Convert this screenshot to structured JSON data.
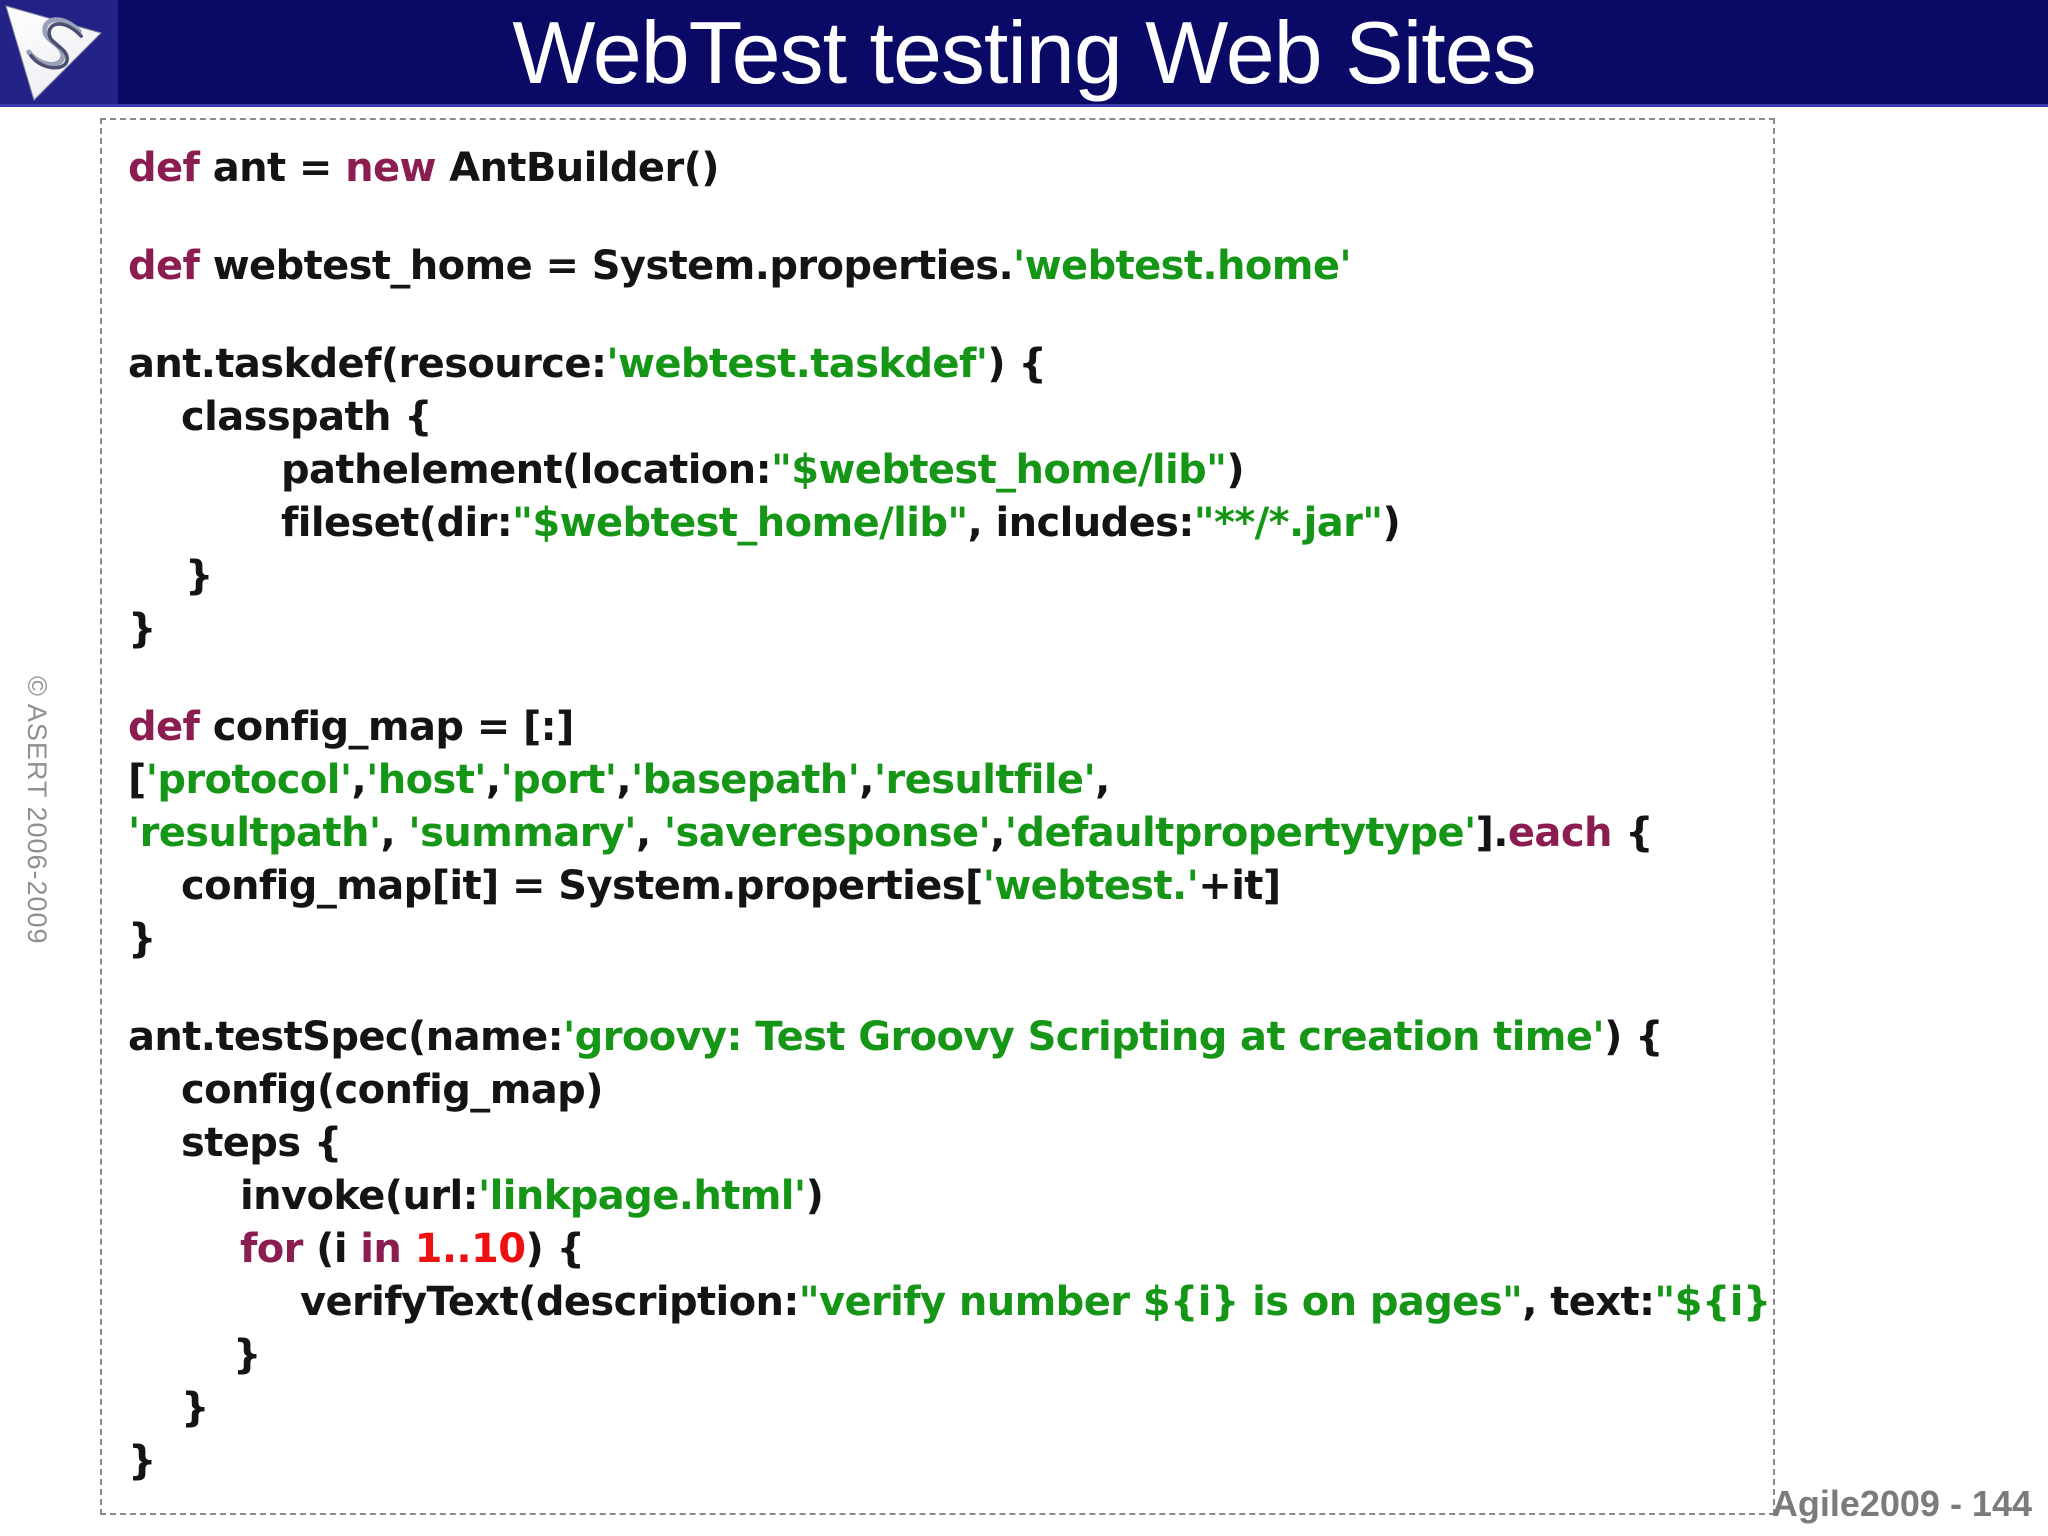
{
  "header": {
    "title": "WebTest testing Web Sites",
    "logo_name": "asert-triangle-logo"
  },
  "sidebar": {
    "copyright": "© ASERT 2006-2009"
  },
  "footer": {
    "page_label": "Agile2009 - 144"
  },
  "colors": {
    "bar": "#0a0a66",
    "keyword": "#8b1d51",
    "string": "#169616",
    "number": "#ee1111",
    "plain": "#141414"
  },
  "code": {
    "lines": [
      {
        "indent": 0,
        "segments": [
          {
            "t": "def",
            "c": "keyword"
          },
          {
            "t": " ant = ",
            "c": "plain"
          },
          {
            "t": "new",
            "c": "keyword"
          },
          {
            "t": " AntBuilder()",
            "c": "plain"
          }
        ]
      },
      {
        "blank": true
      },
      {
        "indent": 0,
        "segments": [
          {
            "t": "def",
            "c": "keyword"
          },
          {
            "t": " webtest_home = System.properties.",
            "c": "plain"
          },
          {
            "t": "'webtest.home'",
            "c": "string"
          }
        ]
      },
      {
        "blank": true
      },
      {
        "indent": 0,
        "segments": [
          {
            "t": "ant.taskdef(resource:",
            "c": "plain"
          },
          {
            "t": "'webtest.taskdef'",
            "c": "string"
          },
          {
            "t": ") {",
            "c": "plain"
          }
        ]
      },
      {
        "indent": 53,
        "segments": [
          {
            "t": "classpath {",
            "c": "plain"
          }
        ]
      },
      {
        "indent": 153,
        "segments": [
          {
            "t": "pathelement(location:",
            "c": "plain"
          },
          {
            "t": "\"$webtest_home/lib\"",
            "c": "string"
          },
          {
            "t": ")",
            "c": "plain"
          }
        ]
      },
      {
        "indent": 153,
        "segments": [
          {
            "t": "fileset(dir:",
            "c": "plain"
          },
          {
            "t": "\"$webtest_home/lib\"",
            "c": "string"
          },
          {
            "t": ", includes:",
            "c": "plain"
          },
          {
            "t": "\"**/*.jar\"",
            "c": "string"
          },
          {
            "t": ")",
            "c": "plain"
          }
        ]
      },
      {
        "indent": 57,
        "segments": [
          {
            "t": "}",
            "c": "plain"
          }
        ]
      },
      {
        "indent": 0,
        "segments": [
          {
            "t": "}",
            "c": "plain"
          }
        ]
      },
      {
        "blank": true
      },
      {
        "indent": 0,
        "segments": [
          {
            "t": "def",
            "c": "keyword"
          },
          {
            "t": " config_map = [:]",
            "c": "plain"
          }
        ]
      },
      {
        "indent": 0,
        "segments": [
          {
            "t": "[",
            "c": "plain"
          },
          {
            "t": "'protocol'",
            "c": "string"
          },
          {
            "t": ",",
            "c": "plain"
          },
          {
            "t": "'host'",
            "c": "string"
          },
          {
            "t": ",",
            "c": "plain"
          },
          {
            "t": "'port'",
            "c": "string"
          },
          {
            "t": ",",
            "c": "plain"
          },
          {
            "t": "'basepath'",
            "c": "string"
          },
          {
            "t": ",",
            "c": "plain"
          },
          {
            "t": "'resultfile'",
            "c": "string"
          },
          {
            "t": ",",
            "c": "plain"
          }
        ]
      },
      {
        "indent": 0,
        "segments": [
          {
            "t": "'resultpath'",
            "c": "string"
          },
          {
            "t": ", ",
            "c": "plain"
          },
          {
            "t": "'summary'",
            "c": "string"
          },
          {
            "t": ", ",
            "c": "plain"
          },
          {
            "t": "'saveresponse'",
            "c": "string"
          },
          {
            "t": ",",
            "c": "plain"
          },
          {
            "t": "'defaultpropertytype'",
            "c": "string"
          },
          {
            "t": "].",
            "c": "plain"
          },
          {
            "t": "each",
            "c": "keyword"
          },
          {
            "t": " {",
            "c": "plain"
          }
        ]
      },
      {
        "indent": 53,
        "segments": [
          {
            "t": "config_map[it] = System.properties[",
            "c": "plain"
          },
          {
            "t": "'webtest.'",
            "c": "string"
          },
          {
            "t": "+it]",
            "c": "plain"
          }
        ]
      },
      {
        "indent": 0,
        "segments": [
          {
            "t": "}",
            "c": "plain"
          }
        ]
      },
      {
        "blank": true
      },
      {
        "indent": 0,
        "segments": [
          {
            "t": "ant.testSpec(name:",
            "c": "plain"
          },
          {
            "t": "'groovy: Test Groovy Scripting at creation time'",
            "c": "string"
          },
          {
            "t": ") {",
            "c": "plain"
          }
        ]
      },
      {
        "indent": 53,
        "segments": [
          {
            "t": "config(config_map)",
            "c": "plain"
          }
        ]
      },
      {
        "indent": 53,
        "segments": [
          {
            "t": "steps {",
            "c": "plain"
          }
        ]
      },
      {
        "indent": 112,
        "segments": [
          {
            "t": "invoke(url:",
            "c": "plain"
          },
          {
            "t": "'linkpage.html'",
            "c": "string"
          },
          {
            "t": ")",
            "c": "plain"
          }
        ]
      },
      {
        "indent": 112,
        "segments": [
          {
            "t": "for",
            "c": "keyword"
          },
          {
            "t": " (i ",
            "c": "plain"
          },
          {
            "t": "in",
            "c": "keyword"
          },
          {
            "t": " ",
            "c": "plain"
          },
          {
            "t": "1..10",
            "c": "number"
          },
          {
            "t": ") {",
            "c": "plain"
          }
        ]
      },
      {
        "indent": 172,
        "segments": [
          {
            "t": "verifyText(description:",
            "c": "plain"
          },
          {
            "t": "\"verify number ${i} is on pages\"",
            "c": "string"
          },
          {
            "t": ", text:",
            "c": "plain"
          },
          {
            "t": "\"${i}\"",
            "c": "string"
          },
          {
            "t": ")",
            "c": "plain"
          }
        ]
      },
      {
        "indent": 105,
        "segments": [
          {
            "t": "}",
            "c": "plain"
          }
        ]
      },
      {
        "indent": 53,
        "segments": [
          {
            "t": "}",
            "c": "plain"
          }
        ]
      },
      {
        "indent": 0,
        "segments": [
          {
            "t": "}",
            "c": "plain"
          }
        ]
      }
    ]
  }
}
